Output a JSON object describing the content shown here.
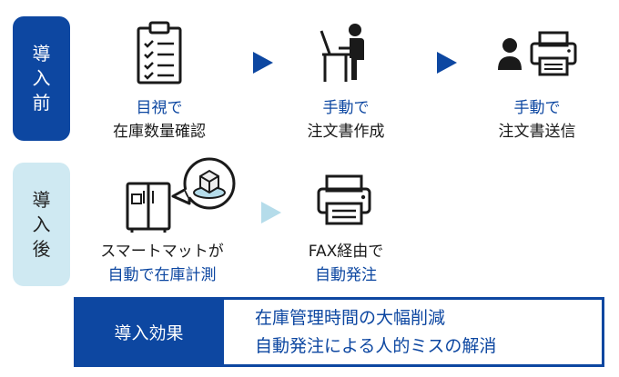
{
  "before": {
    "label": [
      "導",
      "入",
      "前"
    ],
    "steps": [
      {
        "icon": "clipboard-checklist-icon",
        "line1": "目視で",
        "line2": "在庫数量確認"
      },
      {
        "icon": "person-at-computer-icon",
        "line1": "手動で",
        "line2": "注文書作成"
      },
      {
        "icon": "person-with-printer-icon",
        "line1": "手動で",
        "line2": "注文書送信"
      }
    ]
  },
  "after": {
    "label": [
      "導",
      "入",
      "後"
    ],
    "steps": [
      {
        "icon": "refrigerator-smart-mat-icon",
        "line1": "スマートマットが",
        "line2": "自動で在庫計測"
      },
      {
        "icon": "printer-icon",
        "line1": "FAX経由で",
        "line2": "自動発注"
      }
    ]
  },
  "effect": {
    "label": "導入効果",
    "lines": [
      "在庫管理時間の大幅削減",
      "自動発注による人的ミスの解消"
    ]
  },
  "colors": {
    "primary": "#0d47a1",
    "light_blue": "#cfe9f2",
    "light_arrow": "#b5dcea",
    "text": "#1a1a1a"
  }
}
